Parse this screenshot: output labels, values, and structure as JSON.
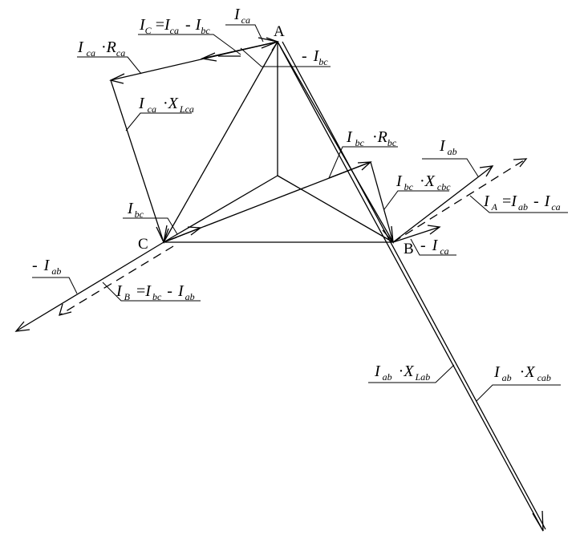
{
  "nodes": {
    "A": "A",
    "B": "B",
    "C": "C"
  },
  "labels": {
    "ic": {
      "main": "I",
      "sub": "C",
      "eq": "=",
      "t1": "I",
      "t1sub": "ca",
      "op": "-",
      "t2": "I",
      "t2sub": "bc"
    },
    "ica": {
      "main": "I",
      "sub": "ca"
    },
    "neg_ibc": {
      "sign": "-",
      "main": "I",
      "sub": "bc"
    },
    "ica_rca": {
      "main": "I",
      "sub": "ca",
      "dot": "·",
      "factor": "R",
      "fsub": "ca"
    },
    "ica_xlca": {
      "main": "I",
      "sub": "ca",
      "dot": "·",
      "factor": "X",
      "fsub": "Lca"
    },
    "ibc_rbc": {
      "main": "I",
      "sub": "bc",
      "dot": "·",
      "factor": "R",
      "fsub": "bc"
    },
    "iab": {
      "main": "I",
      "sub": "ab"
    },
    "ibc_xcbc": {
      "main": "I",
      "sub": "bc",
      "dot": "·",
      "factor": "X",
      "fsub": "cbc"
    },
    "ia": {
      "main": "I",
      "sub": "A",
      "eq": "=",
      "t1": "I",
      "t1sub": "ab",
      "op": "-",
      "t2": "I",
      "t2sub": "ca"
    },
    "ibc": {
      "main": "I",
      "sub": "bc"
    },
    "neg_ica": {
      "sign": "-",
      "main": "I",
      "sub": "ca"
    },
    "neg_iab": {
      "sign": "-",
      "main": "I",
      "sub": "ab"
    },
    "ib": {
      "main": "I",
      "sub": "B",
      "eq": "=",
      "t1": "I",
      "t1sub": "bc",
      "op": "-",
      "t2": "I",
      "t2sub": "ab"
    },
    "iab_xlab": {
      "main": "I",
      "sub": "ab",
      "dot": "·",
      "factor": "X",
      "fsub": "Lab"
    },
    "iab_xcab": {
      "main": "I",
      "sub": "ab",
      "dot": "·",
      "factor": "X",
      "fsub": "cab"
    }
  }
}
